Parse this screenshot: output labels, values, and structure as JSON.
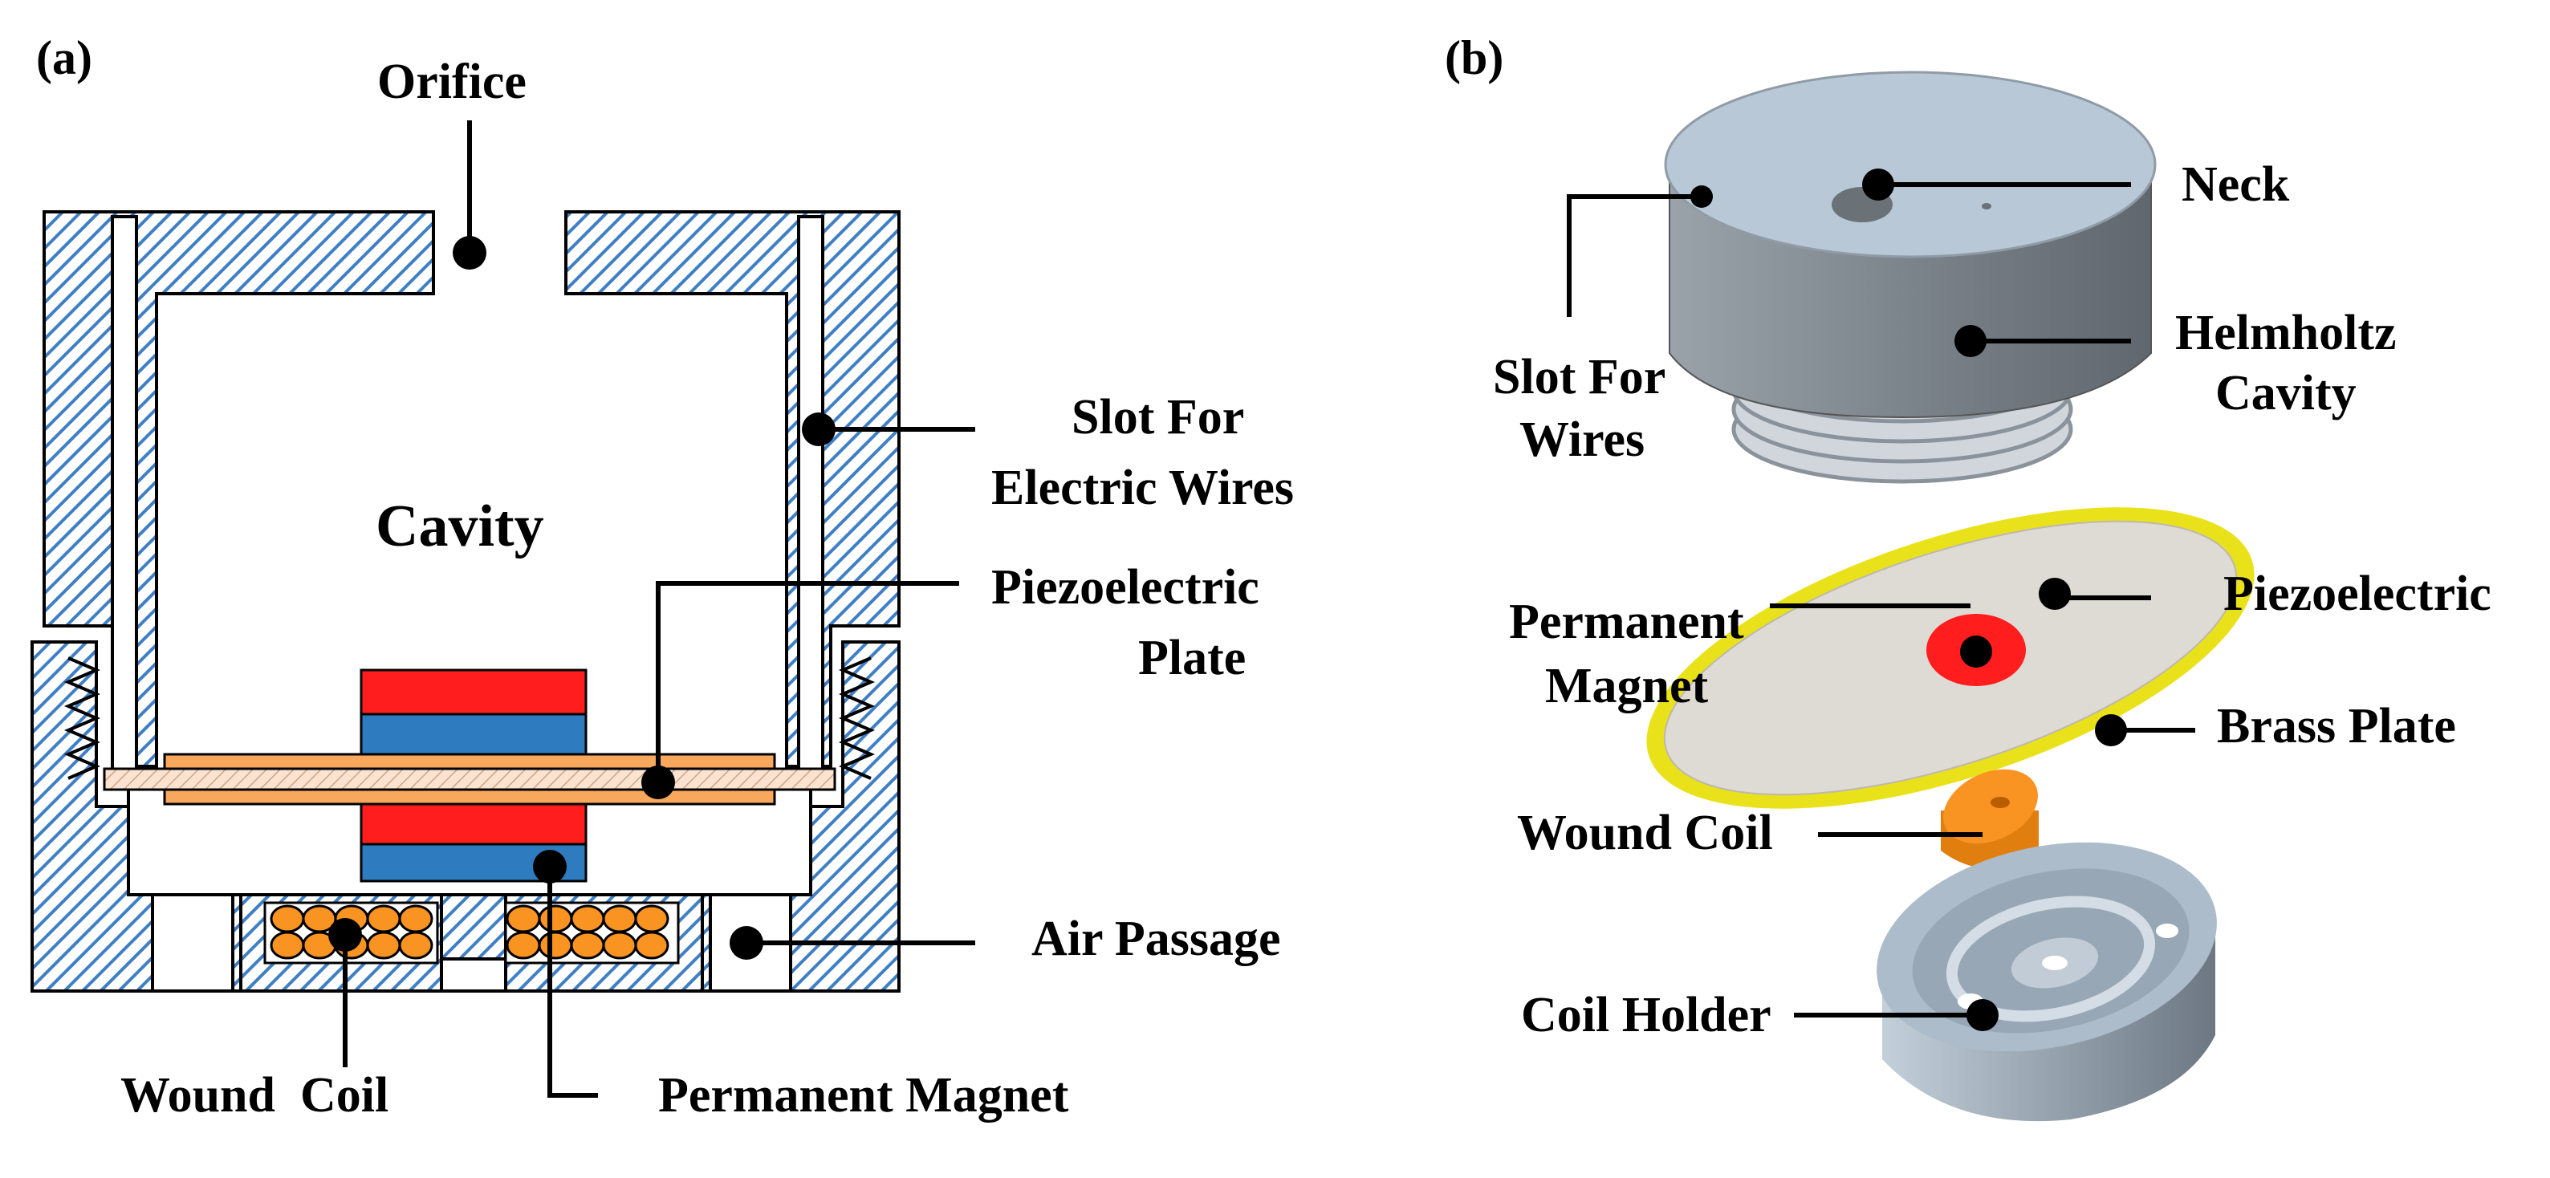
{
  "panel_a": {
    "tag": "(a)",
    "labels": {
      "orifice": "Orifice",
      "cavity": "Cavity",
      "slot_line1": "Slot For",
      "slot_line2": "Electric Wires",
      "piezo_line1": "Piezoelectric",
      "piezo_line2": "Plate",
      "air_passage": "Air Passage",
      "wound_coil": "Wound  Coil",
      "permanent_magnet": "Permanent Magnet"
    }
  },
  "panel_b": {
    "tag": "(b)",
    "labels": {
      "neck": "Neck",
      "helmholtz_line1": "Helmholtz",
      "helmholtz_line2": "Cavity",
      "slot_line1": "Slot For",
      "slot_line2": "Wires",
      "piezoelectric": "Piezoelectric",
      "magnet_line1": "Permanent",
      "magnet_line2": "Magnet",
      "brass_plate": "Brass Plate",
      "wound_coil": "Wound Coil",
      "coil_holder": "Coil Holder"
    }
  },
  "colors": {
    "housing_hatch": "#3f7fc4",
    "magnet_red": "#ff1d1d",
    "magnet_blue": "#2e7bc0",
    "piezo_orange": "#f8a85c",
    "brass_hatch": "#f3c9a8",
    "coil_orange": "#f99321",
    "cylinder_top": "#b8c8d6",
    "cylinder_side": "#7f878f",
    "disc_grey": "#dedad4",
    "brass_ring": "#e9e21a",
    "holder_grey": "#adbcca"
  }
}
